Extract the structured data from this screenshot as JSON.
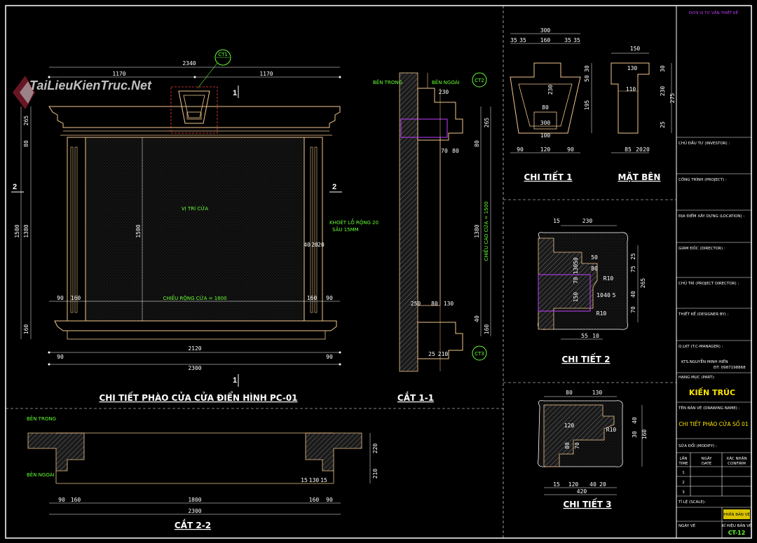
{
  "watermark": "TaiLieuKienTruc.Net",
  "elevation": {
    "title": "CHI TIẾT PHÀO CỬA CỬA ĐIỂN HÌNH PC-01",
    "callout": "CT1",
    "section_marks": [
      "1",
      "1",
      "2",
      "2"
    ],
    "label_opening": "VỊ TRÍ CỬA",
    "label_width": "CHIỀU RỘNG CỬA = 1800",
    "label_groove": "KHOÉT LỖ RỘNG 20",
    "label_groove2": "SÂU 15MM",
    "dims_top": [
      "2340",
      "1170",
      "1170"
    ],
    "dims_left": [
      "265",
      "80",
      "1500",
      "1380",
      "160"
    ],
    "dims_inner": [
      "90",
      "160",
      "90"
    ],
    "dims_groove": [
      "40",
      "20",
      "20"
    ],
    "dims_bottom": [
      "90",
      "2120",
      "90",
      "2300"
    ],
    "dim_center": "1500"
  },
  "section11": {
    "title": "CẮT 1-1",
    "label_in": "BÊN TRONG",
    "label_out": "BÊN NGOÀI",
    "callouts": [
      "CT2",
      "CT3"
    ],
    "dims": [
      "230",
      "70",
      "80",
      "265",
      "80",
      "1380",
      "250",
      "80",
      "130",
      "40",
      "160",
      "25",
      "210"
    ],
    "vertical_label": "CHIỀU CAO CỬA = 1500"
  },
  "section22": {
    "title": "CẮT 2-2",
    "label_in": "BÊN TRONG",
    "label_out": "BÊN NGOÀI",
    "dims_bottom": [
      "90",
      "160",
      "1800",
      "160",
      "90",
      "2300"
    ],
    "dims_right": [
      "15",
      "130",
      "15",
      "220",
      "210"
    ]
  },
  "detail1": {
    "title": "CHI TIẾT 1",
    "dims_top": [
      "300",
      "35",
      "35",
      "160",
      "35",
      "35"
    ],
    "dims_mid": [
      "80",
      "300",
      "100"
    ],
    "dims_bottom": [
      "90",
      "120",
      "90"
    ],
    "dims_side": [
      "30",
      "50",
      "230",
      "195"
    ]
  },
  "side_view": {
    "title": "MẶT BÊN",
    "dims": [
      "150",
      "130",
      "110",
      "85",
      "20",
      "20",
      "230",
      "275",
      "30",
      "25"
    ]
  },
  "detail2": {
    "title": "CHI TIẾT 2",
    "dims": [
      "15",
      "230",
      "50",
      "80",
      "50",
      "70",
      "130",
      "10",
      "40",
      "5",
      "150",
      "55",
      "10",
      "25",
      "75",
      "265",
      "40",
      "70",
      "R10",
      "R10"
    ]
  },
  "detail3": {
    "title": "CHI TIẾT 3",
    "dims": [
      "80",
      "130",
      "120",
      "80",
      "70",
      "15",
      "120",
      "40",
      "20",
      "420",
      "40",
      "30",
      "160",
      "R10"
    ]
  },
  "titleblock": {
    "rows": [
      {
        "label": "ĐƠN VỊ TƯ VẤN THIẾT KẾ"
      },
      {
        "label": "CHỦ ĐẦU TƯ (INVESTOR) :"
      },
      {
        "label": "CÔNG TRÌNH (PROJECT) :"
      },
      {
        "label": "ĐỊA ĐIỂM XÂY DỰNG (LOCATION) :"
      },
      {
        "label": "GIÁM ĐỐC (DIRECTOR) :"
      },
      {
        "label": "CHỦ TRÌ (PROJECT DIRECTOR) :"
      },
      {
        "label": "THIẾT KẾ (DESIGNER BY) :"
      },
      {
        "label": "Q.LKT (T.C-MANAGER) :"
      }
    ],
    "manager_name": "KTS.NGUYỄN MINH HIẾN",
    "manager_phone": "ĐT: 0987198868",
    "part_label": "HẠNG MỤC (PART):",
    "part_value": "KIẾN TRÚC",
    "drawing_name_label": "TÊN BẢN VẼ (DRAWING NAME) :",
    "drawing_name_value": "CHI TIẾT PHÀO CỬA SỔ 01",
    "modify_label": "SỬA ĐỔI (MODIFY) :",
    "rev_headers": [
      "LẦN",
      "NGÀY",
      "XÁC NHẬN"
    ],
    "rev_headers2": [
      "TIME",
      "DATE",
      "CONFIRM"
    ],
    "rev_rows": [
      "1",
      "2",
      "3"
    ],
    "scale_label": "TỈ LỆ (SCALE):",
    "sheet_label": "KÍ HIỆU BẢN VẼ",
    "sheet_no": "CT-12",
    "stamp": "PHẦN BẢN VẼ",
    "date_label": "NGÀY VẼ"
  }
}
